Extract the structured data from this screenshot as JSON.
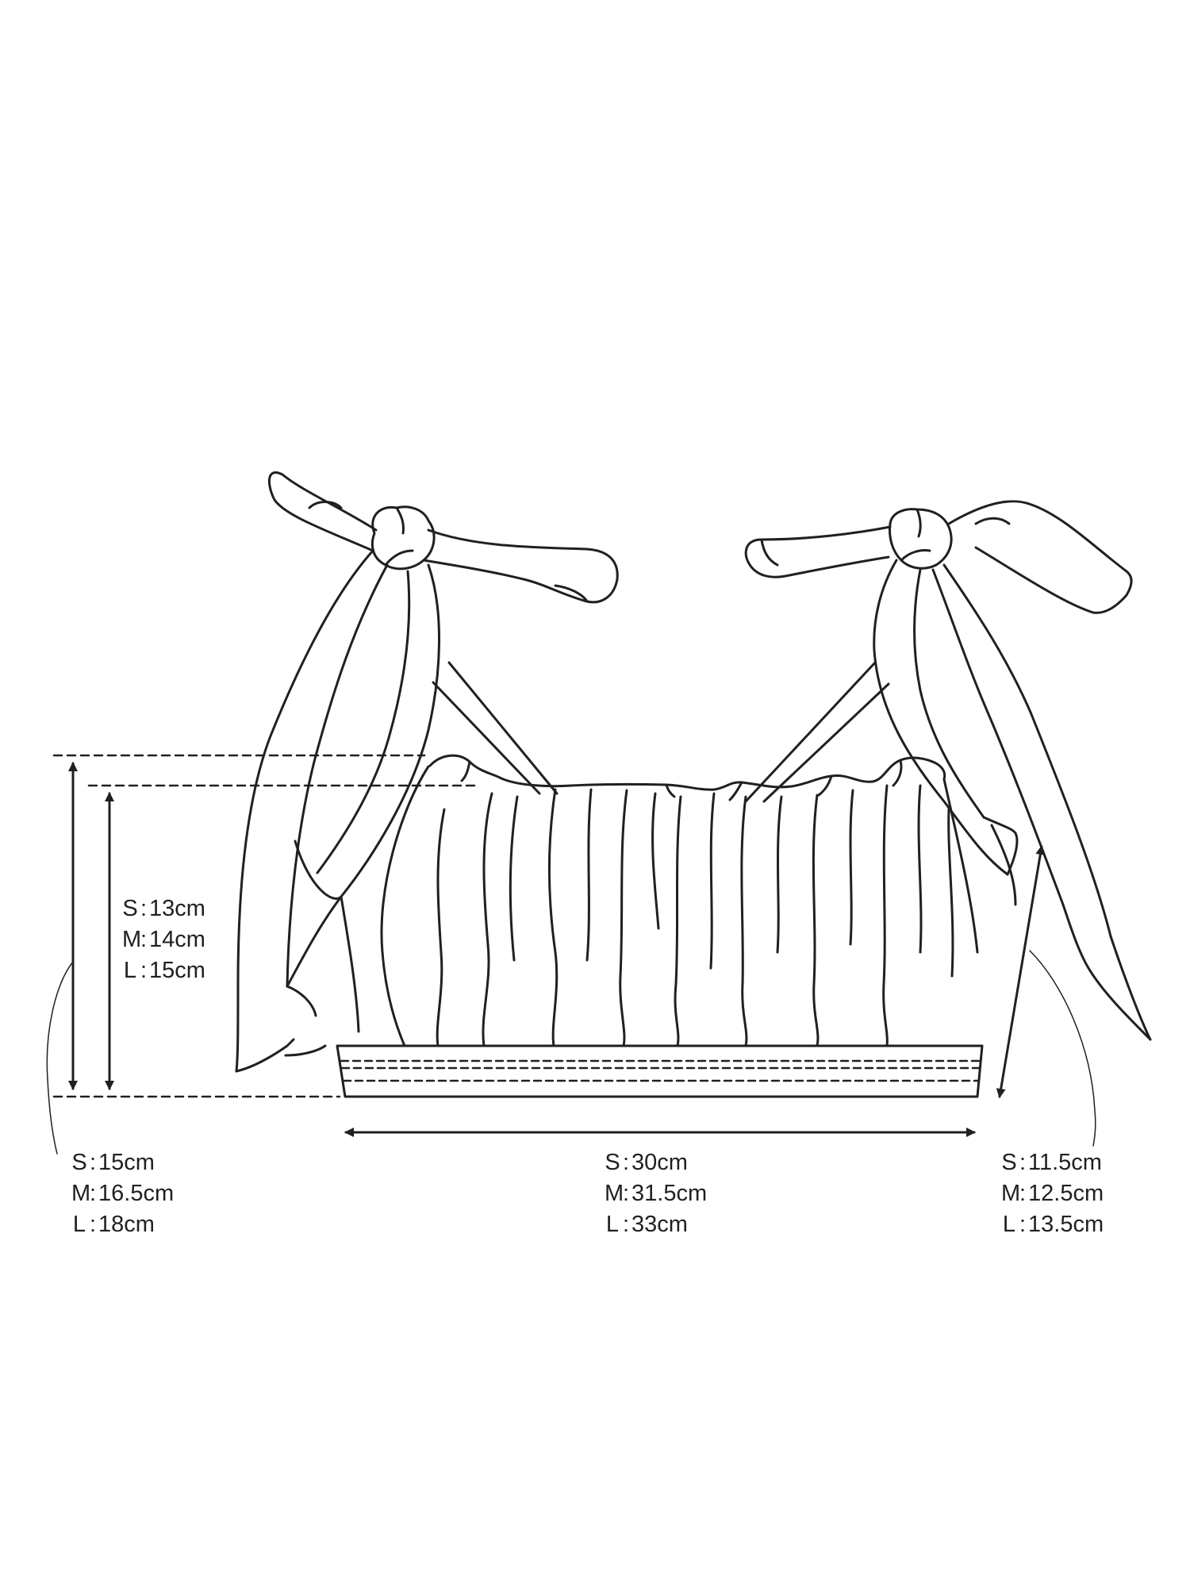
{
  "measurements": {
    "inner_height": {
      "S": "13cm",
      "M": "14cm",
      "L": "15cm"
    },
    "outer_height": {
      "S": "15cm",
      "M": "16.5cm",
      "L": "18cm"
    },
    "width": {
      "S": "30cm",
      "M": "31.5cm",
      "L": "33cm"
    },
    "strap_edge": {
      "S": "11.5cm",
      "M": "12.5cm",
      "L": "13.5cm"
    }
  },
  "size_labels": {
    "S": "S",
    "M": "M",
    "L": "L",
    "separator": ":"
  },
  "colors": {
    "line": "#231f20",
    "background": "#ffffff"
  }
}
